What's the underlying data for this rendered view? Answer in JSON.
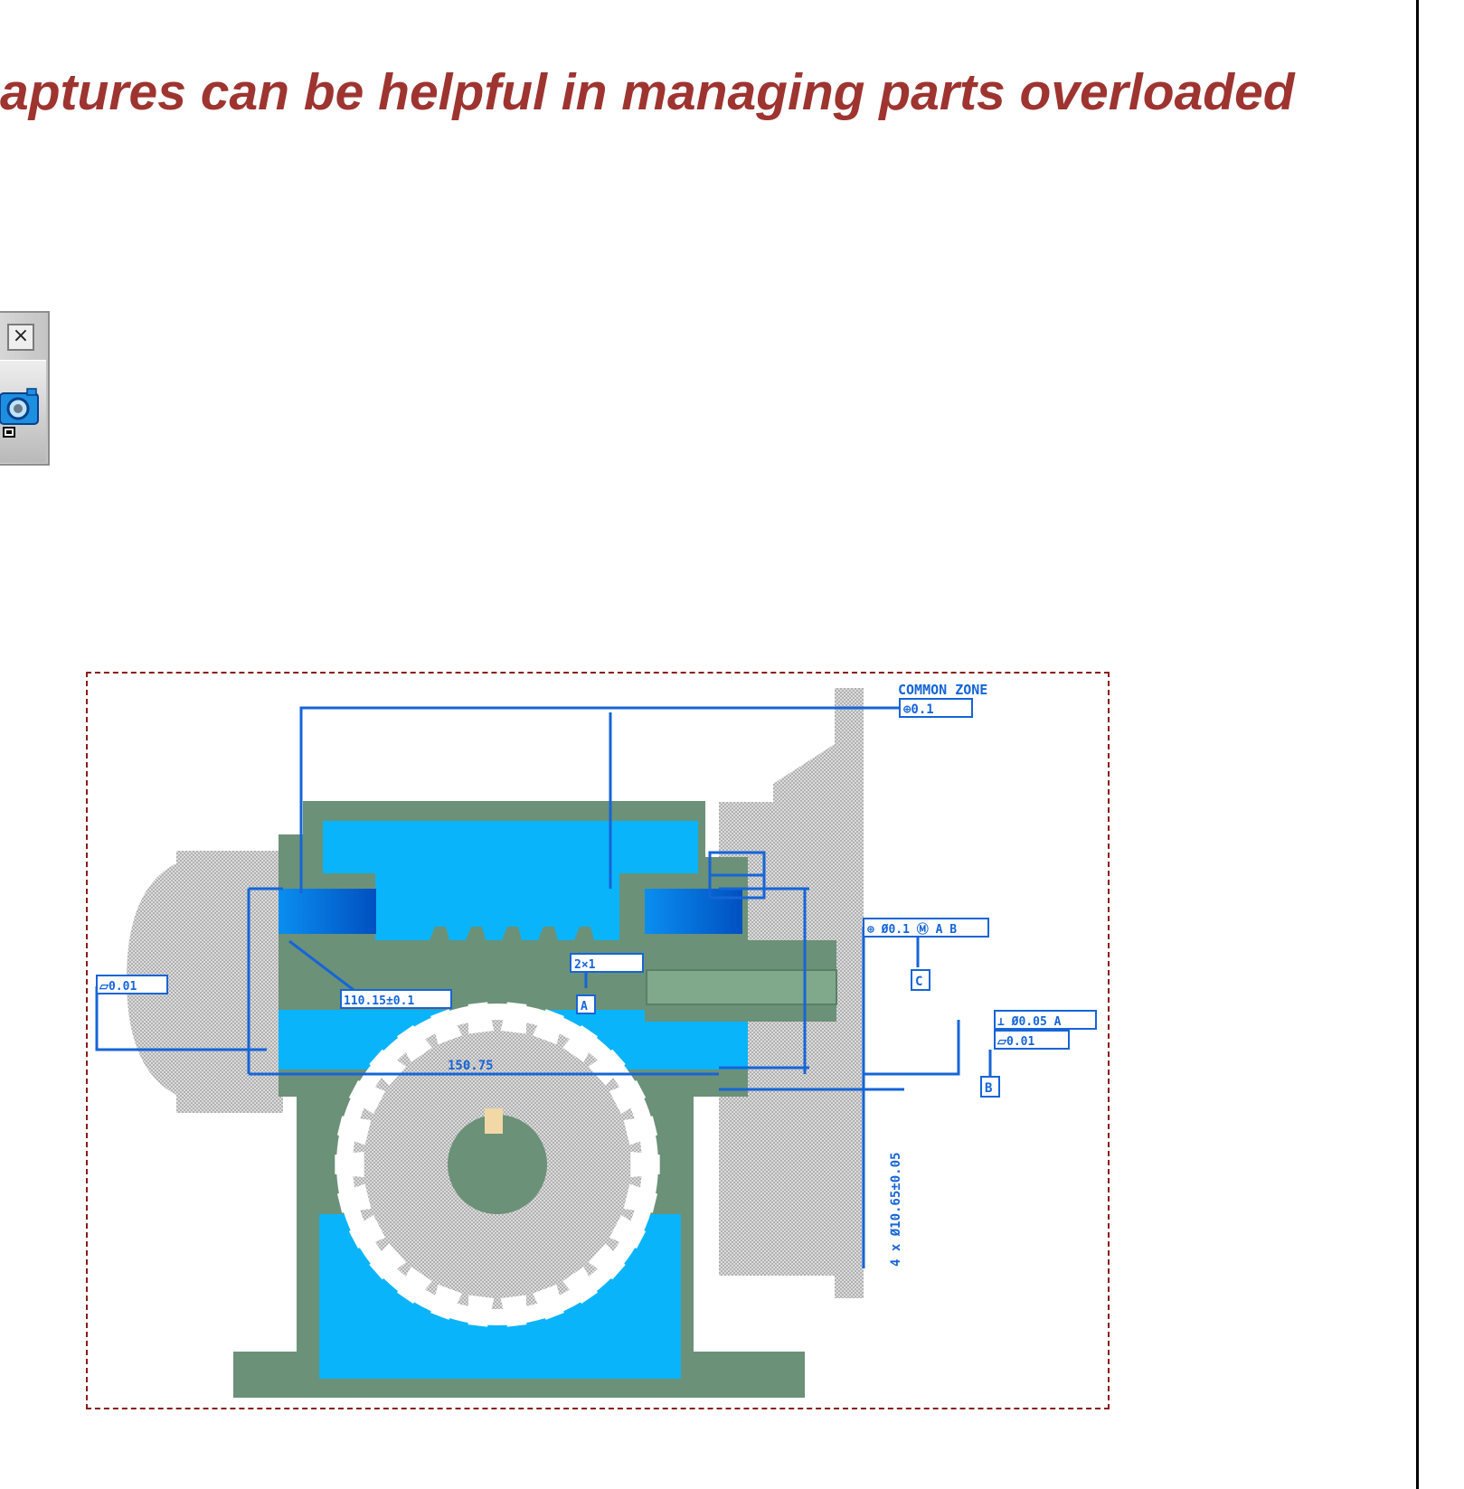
{
  "heading": {
    "text": "aptures can be helpful in managing parts overloaded",
    "color": "#9e3430"
  },
  "toolbar": {
    "close_glyph": "×",
    "tool_icon": "camera-capture-icon"
  },
  "drawing": {
    "colors": {
      "housing": "#6b9178",
      "cavity": "#0ab4fa",
      "annotation": "#1565d8",
      "frame": "#8b1a1a"
    },
    "annotations": {
      "common_zone": "COMMON ZONE",
      "fcf_top": "⊕0.1",
      "fcf_position": "⊕ Ø0.1 Ⓜ A B",
      "datum_c": "C",
      "fcf_perp": "⊥ Ø0.05 A",
      "fcf_flat": "⏥0.01",
      "datum_b": "B",
      "left_tol": "⏥0.01",
      "inner_dim": "110.15±0.1",
      "dim_horizontal": "150.75",
      "hole_dim": "4 x Ø10.65±0.05",
      "small_dim": "2×1",
      "datum_a": "A"
    }
  }
}
